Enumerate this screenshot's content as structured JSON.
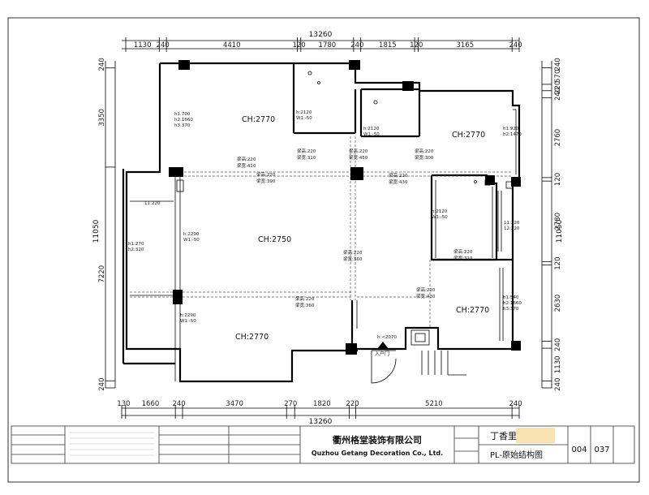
{
  "total_width_label": "13260",
  "total_height_label": "11050",
  "top_dims": [
    {
      "label": "1130"
    },
    {
      "label": "240"
    },
    {
      "label": "4410"
    },
    {
      "label": "120"
    },
    {
      "label": "1780"
    },
    {
      "label": "240"
    },
    {
      "label": "1815"
    },
    {
      "label": "120"
    },
    {
      "label": "3165"
    },
    {
      "label": "240"
    }
  ],
  "bottom_dims": [
    {
      "label": "130"
    },
    {
      "label": "1660"
    },
    {
      "label": "240"
    },
    {
      "label": "3470"
    },
    {
      "label": "270"
    },
    {
      "label": "1820"
    },
    {
      "label": "220"
    },
    {
      "label": "5210"
    },
    {
      "label": "240"
    }
  ],
  "left_dims": [
    {
      "label": "240"
    },
    {
      "label": "3350"
    },
    {
      "label": "7220"
    },
    {
      "label": "240"
    }
  ],
  "right_dims": [
    {
      "label": "240"
    },
    {
      "label": "570"
    },
    {
      "label": "220"
    },
    {
      "label": "240"
    },
    {
      "label": "2760"
    },
    {
      "label": "120"
    },
    {
      "label": "2780"
    },
    {
      "label": "120"
    },
    {
      "label": "2630"
    },
    {
      "label": "240"
    },
    {
      "label": "1130"
    },
    {
      "label": "240"
    }
  ],
  "rooms": [
    {
      "label": "CH:2770"
    },
    {
      "label": "CH:2770"
    },
    {
      "label": "CH:2750"
    },
    {
      "label": "CH:2770"
    },
    {
      "label": "CH:2770"
    }
  ],
  "beams": [
    {
      "high": "梁高:220",
      "wide": "梁宽:410"
    },
    {
      "high": "梁高:220",
      "wide": "梁宽:310"
    },
    {
      "high": "梁高:220",
      "wide": "梁宽:450"
    },
    {
      "high": "梁高:220",
      "wide": "梁宽:300"
    },
    {
      "high": "梁高:220",
      "wide": "梁宽:390"
    },
    {
      "high": "梁高:220",
      "wide": "梁宽:430"
    },
    {
      "high": "梁高:220",
      "wide": "梁宽:360"
    },
    {
      "high": "梁高:220",
      "wide": "梁宽:310"
    },
    {
      "high": "梁高:220",
      "wide": "梁宽:430"
    },
    {
      "high": "梁高:220",
      "wide": "梁宽:360"
    }
  ],
  "small_notes": [
    {
      "label": "h1:700"
    },
    {
      "label": "h2:1660"
    },
    {
      "label": "h3:370"
    },
    {
      "label": "h:2120"
    },
    {
      "label": "W1:-50"
    },
    {
      "label": "h:2120"
    },
    {
      "label": "W1:-50"
    },
    {
      "label": "h1:920"
    },
    {
      "label": "h2:1470"
    },
    {
      "label": "h:2120"
    },
    {
      "label": "W1:-50"
    },
    {
      "label": "h:2290"
    },
    {
      "label": "W1:-50"
    },
    {
      "label": "h1:270"
    },
    {
      "label": "h2:320"
    },
    {
      "label": "11:220"
    },
    {
      "label": "h:2290"
    },
    {
      "label": "W1:-50"
    },
    {
      "label": "h1:540"
    },
    {
      "label": "h2:1660"
    },
    {
      "label": "h3:370"
    },
    {
      "label": "11:220"
    },
    {
      "label": "12:220"
    },
    {
      "label": "h:<2070"
    }
  ],
  "entrance_label": "入户门",
  "title_block": {
    "company_cn": "衢州格堂装饰有限公司",
    "company_en": "Quzhou Getang Decoration Co., Ltd.",
    "project_name": "丁香里",
    "drawing_name": "PL-原始结构图",
    "page_current": "004",
    "page_total": "037"
  },
  "colors": {
    "highlight": "#f8e2b0",
    "line": "#000000"
  }
}
